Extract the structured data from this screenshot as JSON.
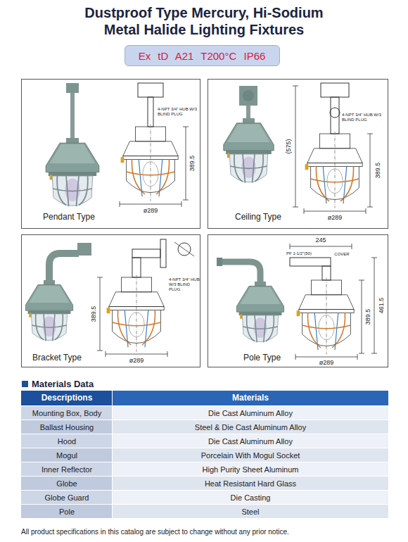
{
  "diagram": {
    "title": "Dustproof Type Mercury, Hi-Sodium Metal Halide Lighting Fixtures",
    "nodes": [
      {
        "text": [
          "Ex tD A21 T200°C IP66"
        ]
      },
      {
        "text": [
          "Pendant Type"
        ]
      },
      {
        "text": [
          "Ceiling Type"
        ]
      },
      {
        "text": [
          "Bracket Type"
        ]
      },
      {
        "text": [
          "Pole Type"
        ]
      }
    ],
    "labels": [
      "4-NPT 3/4\" HUB W/3 BLIND PLUG",
      "389.5",
      "ø289",
      "4-NPT 3/4\" HUB W/3 BLIND PLUG",
      "(575)",
      "389.5",
      "ø289",
      "4-NPT 3/4\" HUB W/3 BLIND PLUG",
      "389.5",
      "ø289",
      "245",
      "PF 1-1/2\"(50)",
      "COVER",
      "389.5",
      "461.5",
      "ø289",
      "Materials Data",
      "Descriptions",
      "Materials",
      "Mounting Box, Body",
      "Die Cast Aluminum Alloy",
      "Ballast Housing",
      "Steel & Die Cast Aluminum Alloy",
      "Hood",
      "Die Cast Aluminum Alloy",
      "Mogul",
      "Porcelain With Mogul Socket",
      "Inner Reflector",
      "High Purity Sheet Aluminum",
      "Globe",
      "Heat Resistant Hard Glass",
      "Globe Guard",
      "Die Casting",
      "Pole",
      "Steel",
      "All product specifications in this catalog are subject to change without any prior notice."
    ]
  }
}
